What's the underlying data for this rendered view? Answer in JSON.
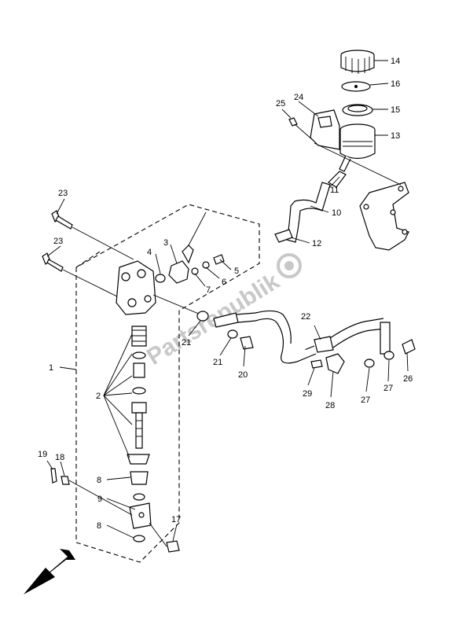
{
  "watermark": "Partsrepublik",
  "callouts": [
    "1",
    "2",
    "3",
    "4",
    "5",
    "6",
    "7",
    "8",
    "8",
    "9",
    "10",
    "11",
    "12",
    "13",
    "14",
    "15",
    "16",
    "17",
    "18",
    "19",
    "20",
    "21",
    "21",
    "22",
    "23",
    "23",
    "24",
    "25",
    "26",
    "27",
    "27",
    "28",
    "29"
  ],
  "arrow_icon": "direction-arrow-icon"
}
